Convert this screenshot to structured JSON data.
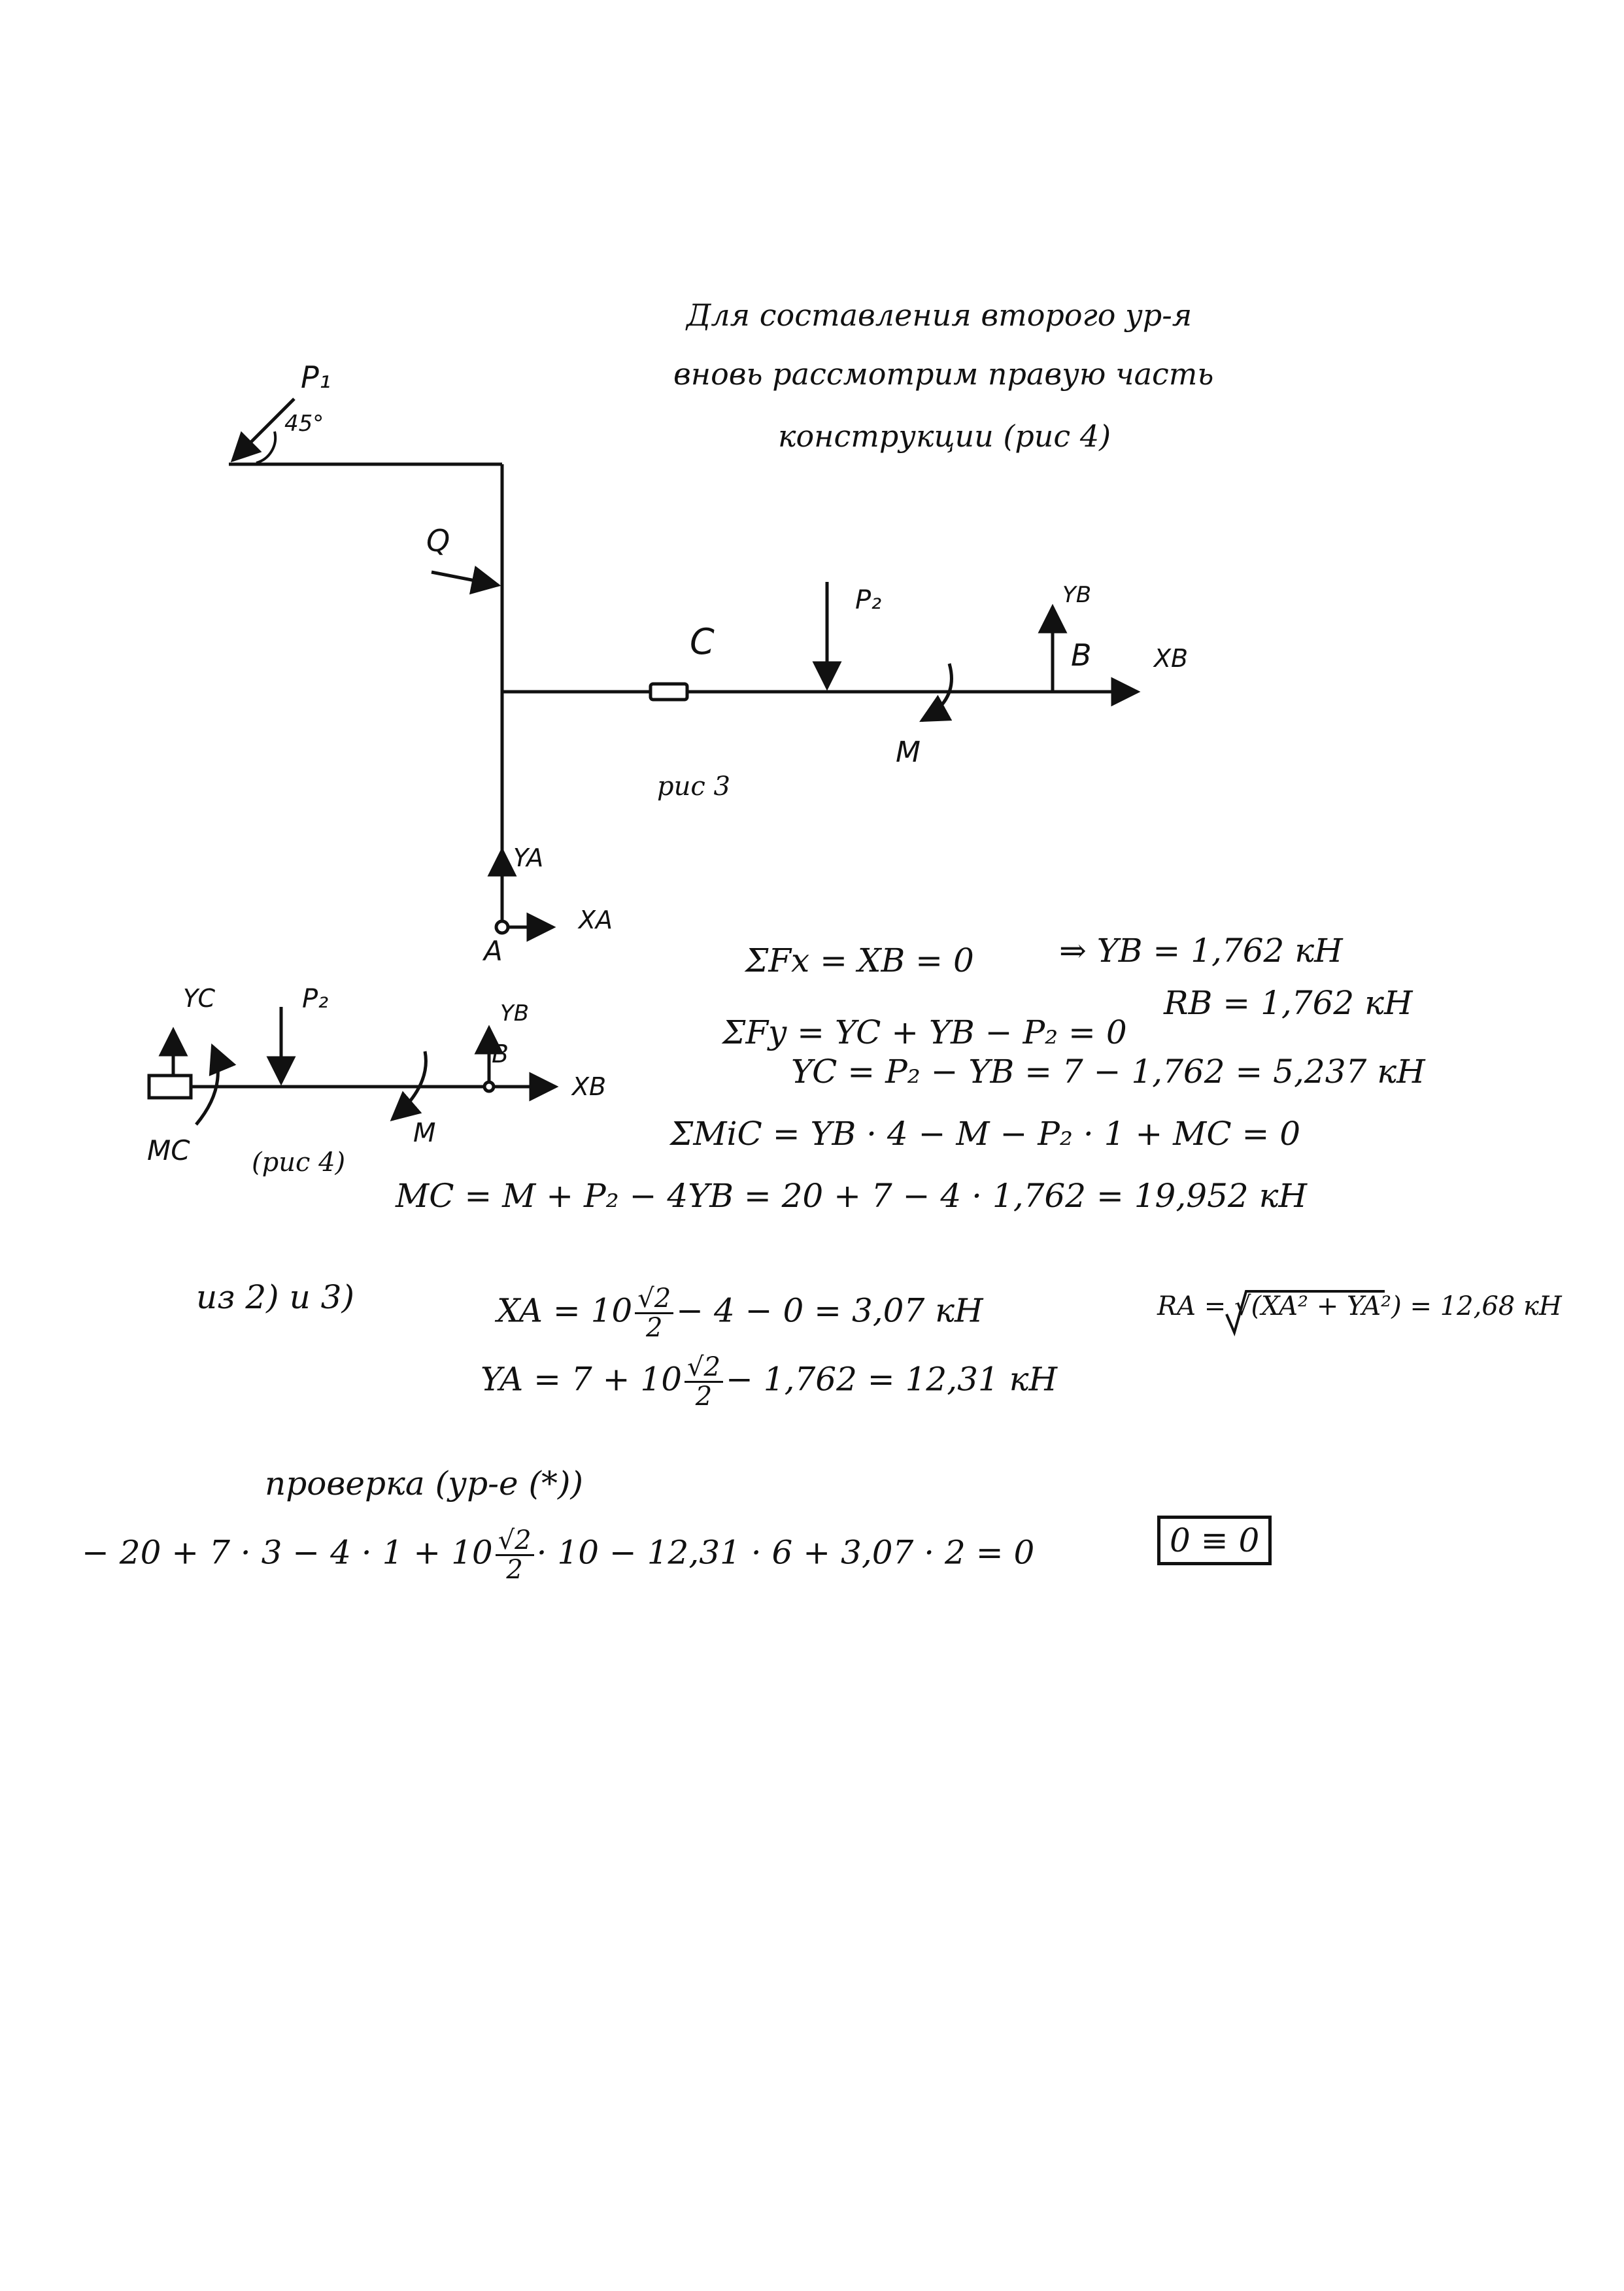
{
  "intro": {
    "line1": "Для составления второго ур-я",
    "line2": "вновь рассмотрим правую часть",
    "line3": "конструкции (рис 4)"
  },
  "fig3": {
    "p1": "P₁",
    "angle": "45°",
    "q": "Q",
    "c": "C",
    "p2": "P₂",
    "yb": "YB",
    "b": "B",
    "xb": "XB",
    "m": "M",
    "caption": "рис 3",
    "ya": "YA",
    "xa": "XA",
    "a": "A"
  },
  "fig4": {
    "yc": "YC",
    "p2": "P₂",
    "yb": "YB",
    "b": "B",
    "xb": "XB",
    "mc": "MC",
    "m": "M",
    "caption": "(рис 4)"
  },
  "equations": {
    "sum_fx": "ΣFx = XB = 0",
    "yb_result": "⇒ YB = 1,762 кН",
    "sum_fy": "ΣFy = YC + YB − P₂ = 0",
    "rb_result": "RB = 1,762 кН",
    "yc_eq": "YC = P₂ − YB = 7 − 1,762 = 5,237 кН",
    "sum_mc": "ΣMiC = YB · 4 − M − P₂ · 1 + MC = 0",
    "mc_eq": "MC = M + P₂ − 4YB = 20 + 7 − 4 · 1,762 = 19,952 кН",
    "from_label": "из 2) и 3)",
    "xa_lhs": "XA = 10",
    "xa_frac_num": "√2",
    "xa_frac_den": "2",
    "xa_rest": "− 4 − 0 = 3,07 кН",
    "ya_lhs": "YA = 7 + 10",
    "ya_frac_num": "√2",
    "ya_frac_den": "2",
    "ya_rest": "− 1,762 = 12,31 кН",
    "ra_eq": "RA = √(XA² + YA²) = 12,68 кН",
    "check_title": "проверка (ур-е (*))",
    "check_lhs": "− 20 + 7 · 3 − 4 · 1 + 10",
    "check_frac_num": "√2",
    "check_frac_den": "2",
    "check_rest": "· 10 − 12,31 · 6 + 3,07 · 2 = 0",
    "check_result": "0 ≡ 0"
  },
  "colors": {
    "ink": "#111111",
    "paper": "#ffffff"
  }
}
